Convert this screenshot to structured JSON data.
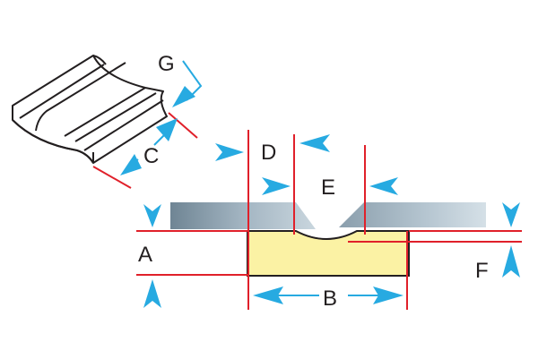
{
  "labels": {
    "a": "A",
    "b": "B",
    "c": "C",
    "d": "D",
    "e": "E",
    "f": "F",
    "g": "G"
  },
  "colors": {
    "dimension_line": "#e0202a",
    "arrow": "#27aae1",
    "backing_bar": "#8fa4b3",
    "part_fill": "#fbf2a4",
    "outline": "#231f20"
  }
}
